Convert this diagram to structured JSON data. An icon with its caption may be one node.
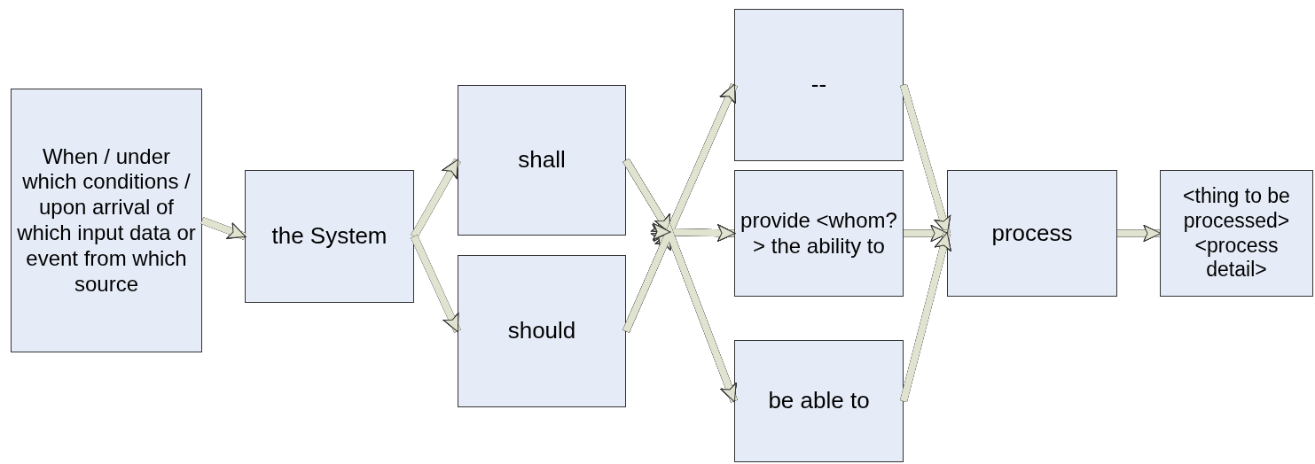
{
  "diagram": {
    "nodes": [
      {
        "text": [
          "When / under which conditions / upon arrival of which input data or event from which source"
        ]
      },
      {
        "text": [
          "the System"
        ]
      },
      {
        "text": [
          "shall"
        ]
      },
      {
        "text": [
          "should"
        ]
      },
      {
        "text": [
          "--"
        ]
      },
      {
        "text": [
          "provide <whom?> the ability to"
        ]
      },
      {
        "text": [
          "be able to"
        ]
      },
      {
        "text": [
          "process"
        ]
      },
      {
        "text": [
          "<thing to be processed> <process detail>"
        ]
      }
    ],
    "edges": [
      {
        "from": 0,
        "to": 1,
        "arrow": "to"
      },
      {
        "from": 1,
        "to": 2,
        "arrow": "to"
      },
      {
        "from": 1,
        "to": 3,
        "arrow": "to"
      },
      {
        "from": 2,
        "to": 4,
        "arrow": "to"
      },
      {
        "from": 2,
        "to": 5,
        "arrow": "to"
      },
      {
        "from": 2,
        "to": 6,
        "arrow": "to"
      },
      {
        "from": 3,
        "to": 4,
        "arrow": "to"
      },
      {
        "from": 3,
        "to": 5,
        "arrow": "to"
      },
      {
        "from": 3,
        "to": 6,
        "arrow": "to"
      },
      {
        "from": 4,
        "to": 7,
        "arrow": "to"
      },
      {
        "from": 5,
        "to": 7,
        "arrow": "to"
      },
      {
        "from": 6,
        "to": 7,
        "arrow": "to"
      },
      {
        "from": 7,
        "to": 8,
        "arrow": "to"
      }
    ]
  }
}
